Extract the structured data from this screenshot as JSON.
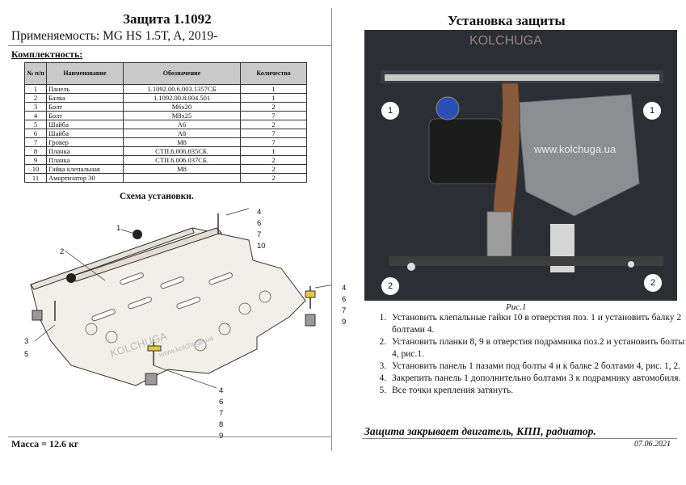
{
  "left": {
    "title": "Защита 1.1092",
    "applicability": "Применяемость: MG HS 1.5T, A, 2019-",
    "kit_label": "Комплектность:",
    "table": {
      "headers": [
        "№ п/п",
        "Наименование",
        "Обозначение",
        "Количество"
      ],
      "rows": [
        [
          "1",
          "Панель",
          "1.1092.00.6.003.1357СБ",
          "1"
        ],
        [
          "2",
          "Балка",
          "1.1092.00.8.004.501",
          "1"
        ],
        [
          "3",
          "Болт",
          "М6х20",
          "2"
        ],
        [
          "4",
          "Болт",
          "М8х25",
          "7"
        ],
        [
          "5",
          "Шайба",
          "А6",
          "2"
        ],
        [
          "6",
          "Шайба",
          "А8",
          "7"
        ],
        [
          "7",
          "Гровер",
          "М8",
          "7"
        ],
        [
          "8",
          "Планка",
          "СТП.6.006.035СБ.",
          "1"
        ],
        [
          "9",
          "Планка",
          "СТП.6.006.037СБ.",
          "2"
        ],
        [
          "10",
          "Гайка клепальная",
          "М8",
          "2"
        ],
        [
          "11",
          "Амортизатор 30",
          "",
          "2"
        ]
      ]
    },
    "scheme_title": "Схема установки.",
    "watermark": "KOLCHUGA",
    "watermark_url": "www.kolchuga.ua",
    "mass": "Масса = 12.6 кг",
    "callouts": {
      "c1": "1",
      "c2": "2",
      "c3": "3",
      "c5": "5",
      "top_stack": [
        "4",
        "6",
        "7",
        "10"
      ],
      "right_stack": [
        "4",
        "6",
        "7",
        "9"
      ],
      "bottom_stack": [
        "4",
        "6",
        "7",
        "8",
        "9"
      ]
    }
  },
  "right": {
    "title": "Установка защиты",
    "photo_logo": "KOLCHUGA",
    "photo_url": "www.kolchuga.ua",
    "photo_callouts": [
      "1",
      "1",
      "2",
      "2"
    ],
    "caption": "Рис.1",
    "steps": [
      "Установить клепальные гайки 10 в отверстия поз. 1 и установить балку 2 болтами 4.",
      "Установить планки 8, 9 в отверстия подрамника поз.2 и установить болты 4, рис.1.",
      "Установить панель 1 пазами под болты 4 и к балке 2 болтами 4, рис. 1, 2.",
      "Закрепить панель 1 дополнительно болтами 3 к подрамнику автомобиля.",
      "Все точки крепления затянуть."
    ],
    "protection_note": "Защита закрывает двигатель, КПП, радиатор.",
    "date": "07.06.2021"
  }
}
